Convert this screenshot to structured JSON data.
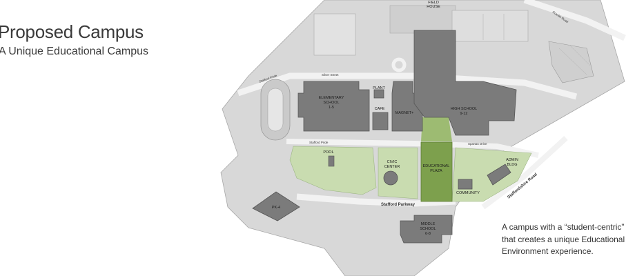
{
  "heading": {
    "title": "Proposed Campus",
    "subtitle": "A Unique Educational Campus"
  },
  "caption": {
    "line1": "A campus with a “student-centric”",
    "line2": "that creates a unique Educational",
    "line3": "Environment experience."
  },
  "map": {
    "buildings": {
      "field_house_1": "FIELD",
      "field_house_2": "HOUSE",
      "elementary_1": "ELEMENTARY",
      "elementary_2": "SCHOOL",
      "elementary_3": "1-5",
      "plant": "PLANT",
      "cafe": "CAFE",
      "magnet": "MAGNET+",
      "high_school_1": "HIGH SCHOOL",
      "high_school_2": "9-12",
      "pool": "POOL",
      "civic_1": "CIVIC",
      "civic_2": "CENTER",
      "plaza_1": "EDUCATIONAL",
      "plaza_2": "PLAZA",
      "admin_1": "ADMIN",
      "admin_2": "BLDG",
      "community": "COMMUNITY",
      "pk4": "PK-4",
      "middle_1": "MIDDLE",
      "middle_2": "SCHOOL",
      "middle_3": "6-8"
    },
    "roads": {
      "scanlin": "Scanlin Road",
      "silver": "Silver Street",
      "stafford_pride": "Stafford Pride",
      "spartan": "Spartan Drive",
      "stafford_parkway": "Stafford Parkway",
      "staffordshire": "Staffordshire Road",
      "stadium_pride": "Stafford Pride"
    }
  },
  "colors": {
    "lot": "#d8d8d8",
    "street": "#f2f2f2",
    "building": "#7b7b7b",
    "green": "#c9dcb0",
    "plaza": "#7da04d"
  }
}
